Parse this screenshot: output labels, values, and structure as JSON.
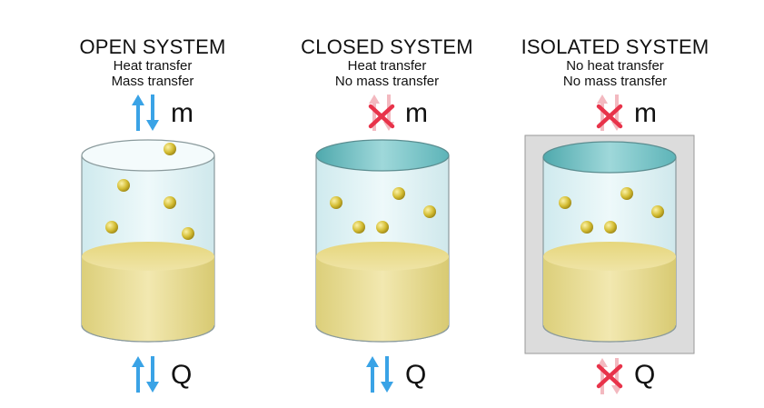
{
  "systems": [
    {
      "title": "OPEN SYSTEM",
      "line1": "Heat transfer",
      "line2": "Mass transfer",
      "top_symbol": "m",
      "bottom_symbol": "Q",
      "mass_transfer": true,
      "heat_transfer": true,
      "lid": false,
      "insulated": false
    },
    {
      "title": "CLOSED SYSTEM",
      "line1": "Heat transfer",
      "line2": "No mass transfer",
      "top_symbol": "m",
      "bottom_symbol": "Q",
      "mass_transfer": false,
      "heat_transfer": true,
      "lid": true,
      "insulated": false
    },
    {
      "title": "ISOLATED SYSTEM",
      "line1": "No heat transfer",
      "line2": "No mass transfer",
      "top_symbol": "m",
      "bottom_symbol": "Q",
      "mass_transfer": false,
      "heat_transfer": false,
      "lid": true,
      "insulated": true
    }
  ],
  "colors": {
    "arrow": "#3aa3e6",
    "cross": "#e8334a",
    "liquid": "#e9dc8e",
    "glass": "#dff2f4",
    "lid": "#5fb7bb",
    "particle": "#d6c137",
    "insulation": "#d9d9d9"
  }
}
